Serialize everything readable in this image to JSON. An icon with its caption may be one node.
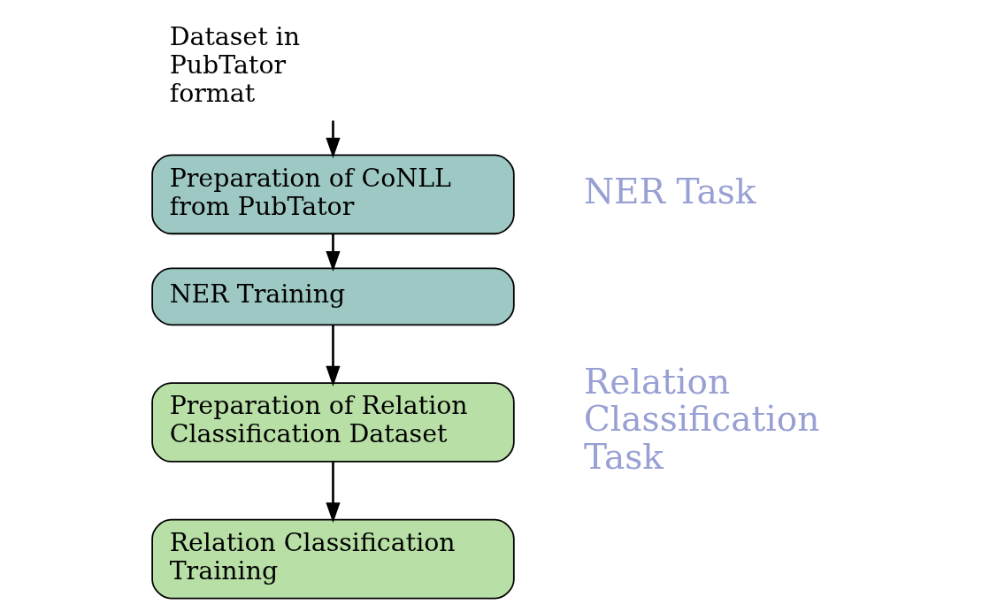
{
  "diagram": {
    "nodes": [
      {
        "text": [
          "Dataset in PubTator format"
        ]
      },
      {
        "text": [
          "Preparation of CoNLL from PubTator"
        ]
      },
      {
        "text": [
          "NER Training"
        ]
      },
      {
        "text": [
          "Preparation of Relation Classification Dataset"
        ]
      },
      {
        "text": [
          "Relation Classification Training"
        ]
      }
    ],
    "edges": [
      {
        "from": 0,
        "to": 1,
        "arrow": "to"
      },
      {
        "from": 1,
        "to": 2,
        "arrow": "to"
      },
      {
        "from": 2,
        "to": 3,
        "arrow": "to"
      },
      {
        "from": 3,
        "to": 4,
        "arrow": "to"
      }
    ],
    "labels": [
      "NER Task",
      "Relation Classification Task"
    ]
  }
}
